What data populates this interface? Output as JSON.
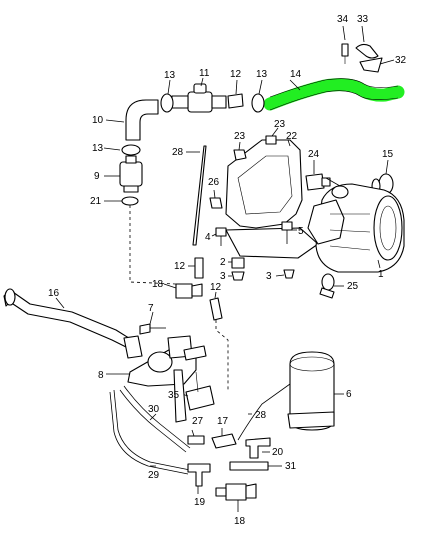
{
  "colors": {
    "highlight": "#22ee22",
    "line": "#000000",
    "background": "#ffffff"
  },
  "callouts": [
    {
      "id": "34",
      "label": "34"
    },
    {
      "id": "33",
      "label": "33"
    },
    {
      "id": "32",
      "label": "32"
    },
    {
      "id": "13a",
      "label": "13"
    },
    {
      "id": "11",
      "label": "11"
    },
    {
      "id": "12a",
      "label": "12"
    },
    {
      "id": "13b",
      "label": "13"
    },
    {
      "id": "14",
      "label": "14"
    },
    {
      "id": "10",
      "label": "10"
    },
    {
      "id": "13c",
      "label": "13"
    },
    {
      "id": "28a",
      "label": "28"
    },
    {
      "id": "23a",
      "label": "23"
    },
    {
      "id": "23b",
      "label": "23"
    },
    {
      "id": "22",
      "label": "22"
    },
    {
      "id": "24",
      "label": "24"
    },
    {
      "id": "15",
      "label": "15"
    },
    {
      "id": "9",
      "label": "9"
    },
    {
      "id": "26",
      "label": "26"
    },
    {
      "id": "21",
      "label": "21"
    },
    {
      "id": "5",
      "label": "5"
    },
    {
      "id": "4",
      "label": "4"
    },
    {
      "id": "2",
      "label": "2"
    },
    {
      "id": "3a",
      "label": "3"
    },
    {
      "id": "3b",
      "label": "3"
    },
    {
      "id": "12b",
      "label": "12"
    },
    {
      "id": "1",
      "label": "1"
    },
    {
      "id": "18a",
      "label": "18"
    },
    {
      "id": "12c",
      "label": "12"
    },
    {
      "id": "25",
      "label": "25"
    },
    {
      "id": "16",
      "label": "16"
    },
    {
      "id": "7",
      "label": "7"
    },
    {
      "id": "8",
      "label": "8"
    },
    {
      "id": "6",
      "label": "6"
    },
    {
      "id": "35",
      "label": "35"
    },
    {
      "id": "30",
      "label": "30"
    },
    {
      "id": "27",
      "label": "27"
    },
    {
      "id": "17",
      "label": "17"
    },
    {
      "id": "28b",
      "label": "28"
    },
    {
      "id": "20",
      "label": "20"
    },
    {
      "id": "31",
      "label": "31"
    },
    {
      "id": "29",
      "label": "29"
    },
    {
      "id": "19",
      "label": "19"
    },
    {
      "id": "18b",
      "label": "18"
    }
  ]
}
